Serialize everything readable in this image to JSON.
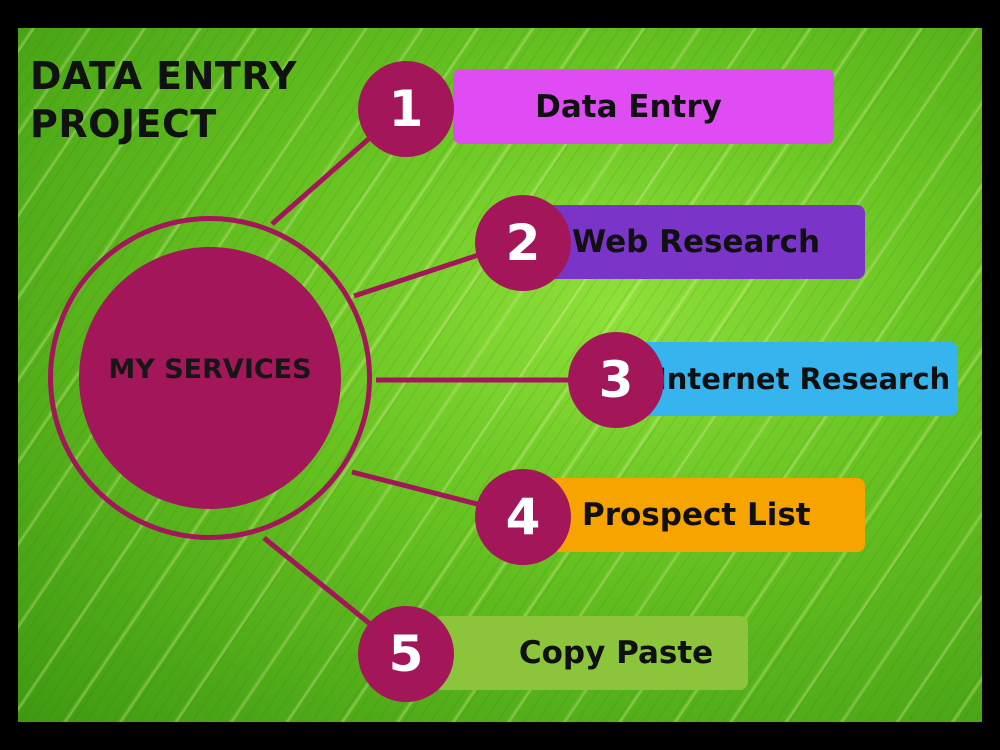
{
  "title": "DATA ENTRY\nPROJECT",
  "hub": {
    "label": "MY SERVICES"
  },
  "colors": {
    "hub": "#a3175a",
    "connector": "#a3175a",
    "badge_text": "#ffffff",
    "background": "#6cc42a"
  },
  "services": [
    {
      "number": "1",
      "label": "Data Entry",
      "color": "#e04cf3"
    },
    {
      "number": "2",
      "label": "Web Research",
      "color": "#7a34c8"
    },
    {
      "number": "3",
      "label": "Internet Research",
      "color": "#36b4ee"
    },
    {
      "number": "4",
      "label": "Prospect List",
      "color": "#f8a400"
    },
    {
      "number": "5",
      "label": "Copy Paste",
      "color": "#8cc43c"
    }
  ]
}
